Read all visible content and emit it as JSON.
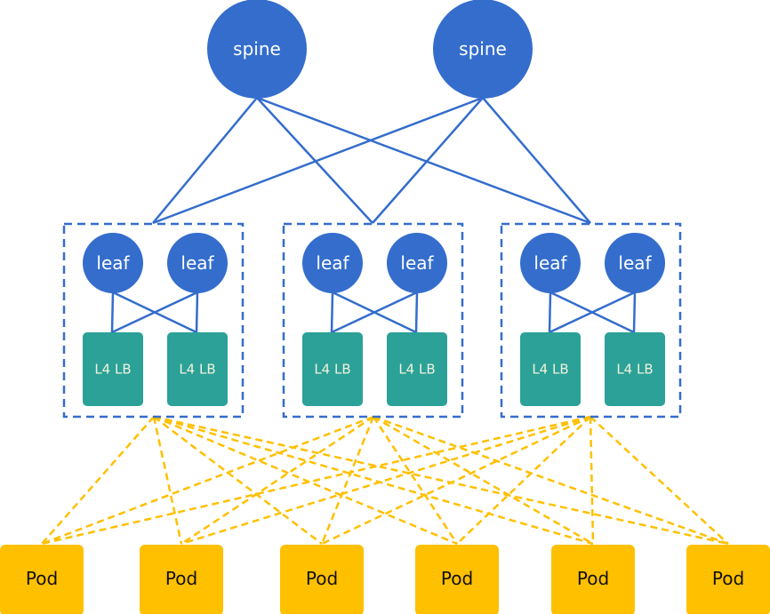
{
  "colors": {
    "spine": "#346DCC",
    "leaf": "#346DCC",
    "link_blue": "#346DCC",
    "group_border": "#346DCC",
    "lb": "#2BA197",
    "lb_text": "#F3F1DC",
    "pod": "#FFC000",
    "pod_text": "#111111",
    "link_yellow": "#FFC000",
    "node_text": "#FFFFFF"
  },
  "spines": [
    {
      "label": "spine"
    },
    {
      "label": "spine"
    }
  ],
  "groups": [
    {
      "leaves": [
        {
          "label": "leaf"
        },
        {
          "label": "leaf"
        }
      ],
      "lbs": [
        {
          "label": "L4 LB"
        },
        {
          "label": "L4 LB"
        }
      ]
    },
    {
      "leaves": [
        {
          "label": "leaf"
        },
        {
          "label": "leaf"
        }
      ],
      "lbs": [
        {
          "label": "L4 LB"
        },
        {
          "label": "L4 LB"
        }
      ]
    },
    {
      "leaves": [
        {
          "label": "leaf"
        },
        {
          "label": "leaf"
        }
      ],
      "lbs": [
        {
          "label": "L4 LB"
        },
        {
          "label": "L4 LB"
        }
      ]
    }
  ],
  "pods": [
    {
      "label": "Pod"
    },
    {
      "label": "Pod"
    },
    {
      "label": "Pod"
    },
    {
      "label": "Pod"
    },
    {
      "label": "Pod"
    },
    {
      "label": "Pod"
    }
  ],
  "connections": {
    "spine_to_group": "full-mesh",
    "leaf_to_lb": "full-mesh",
    "group_to_pod": "full-mesh"
  }
}
